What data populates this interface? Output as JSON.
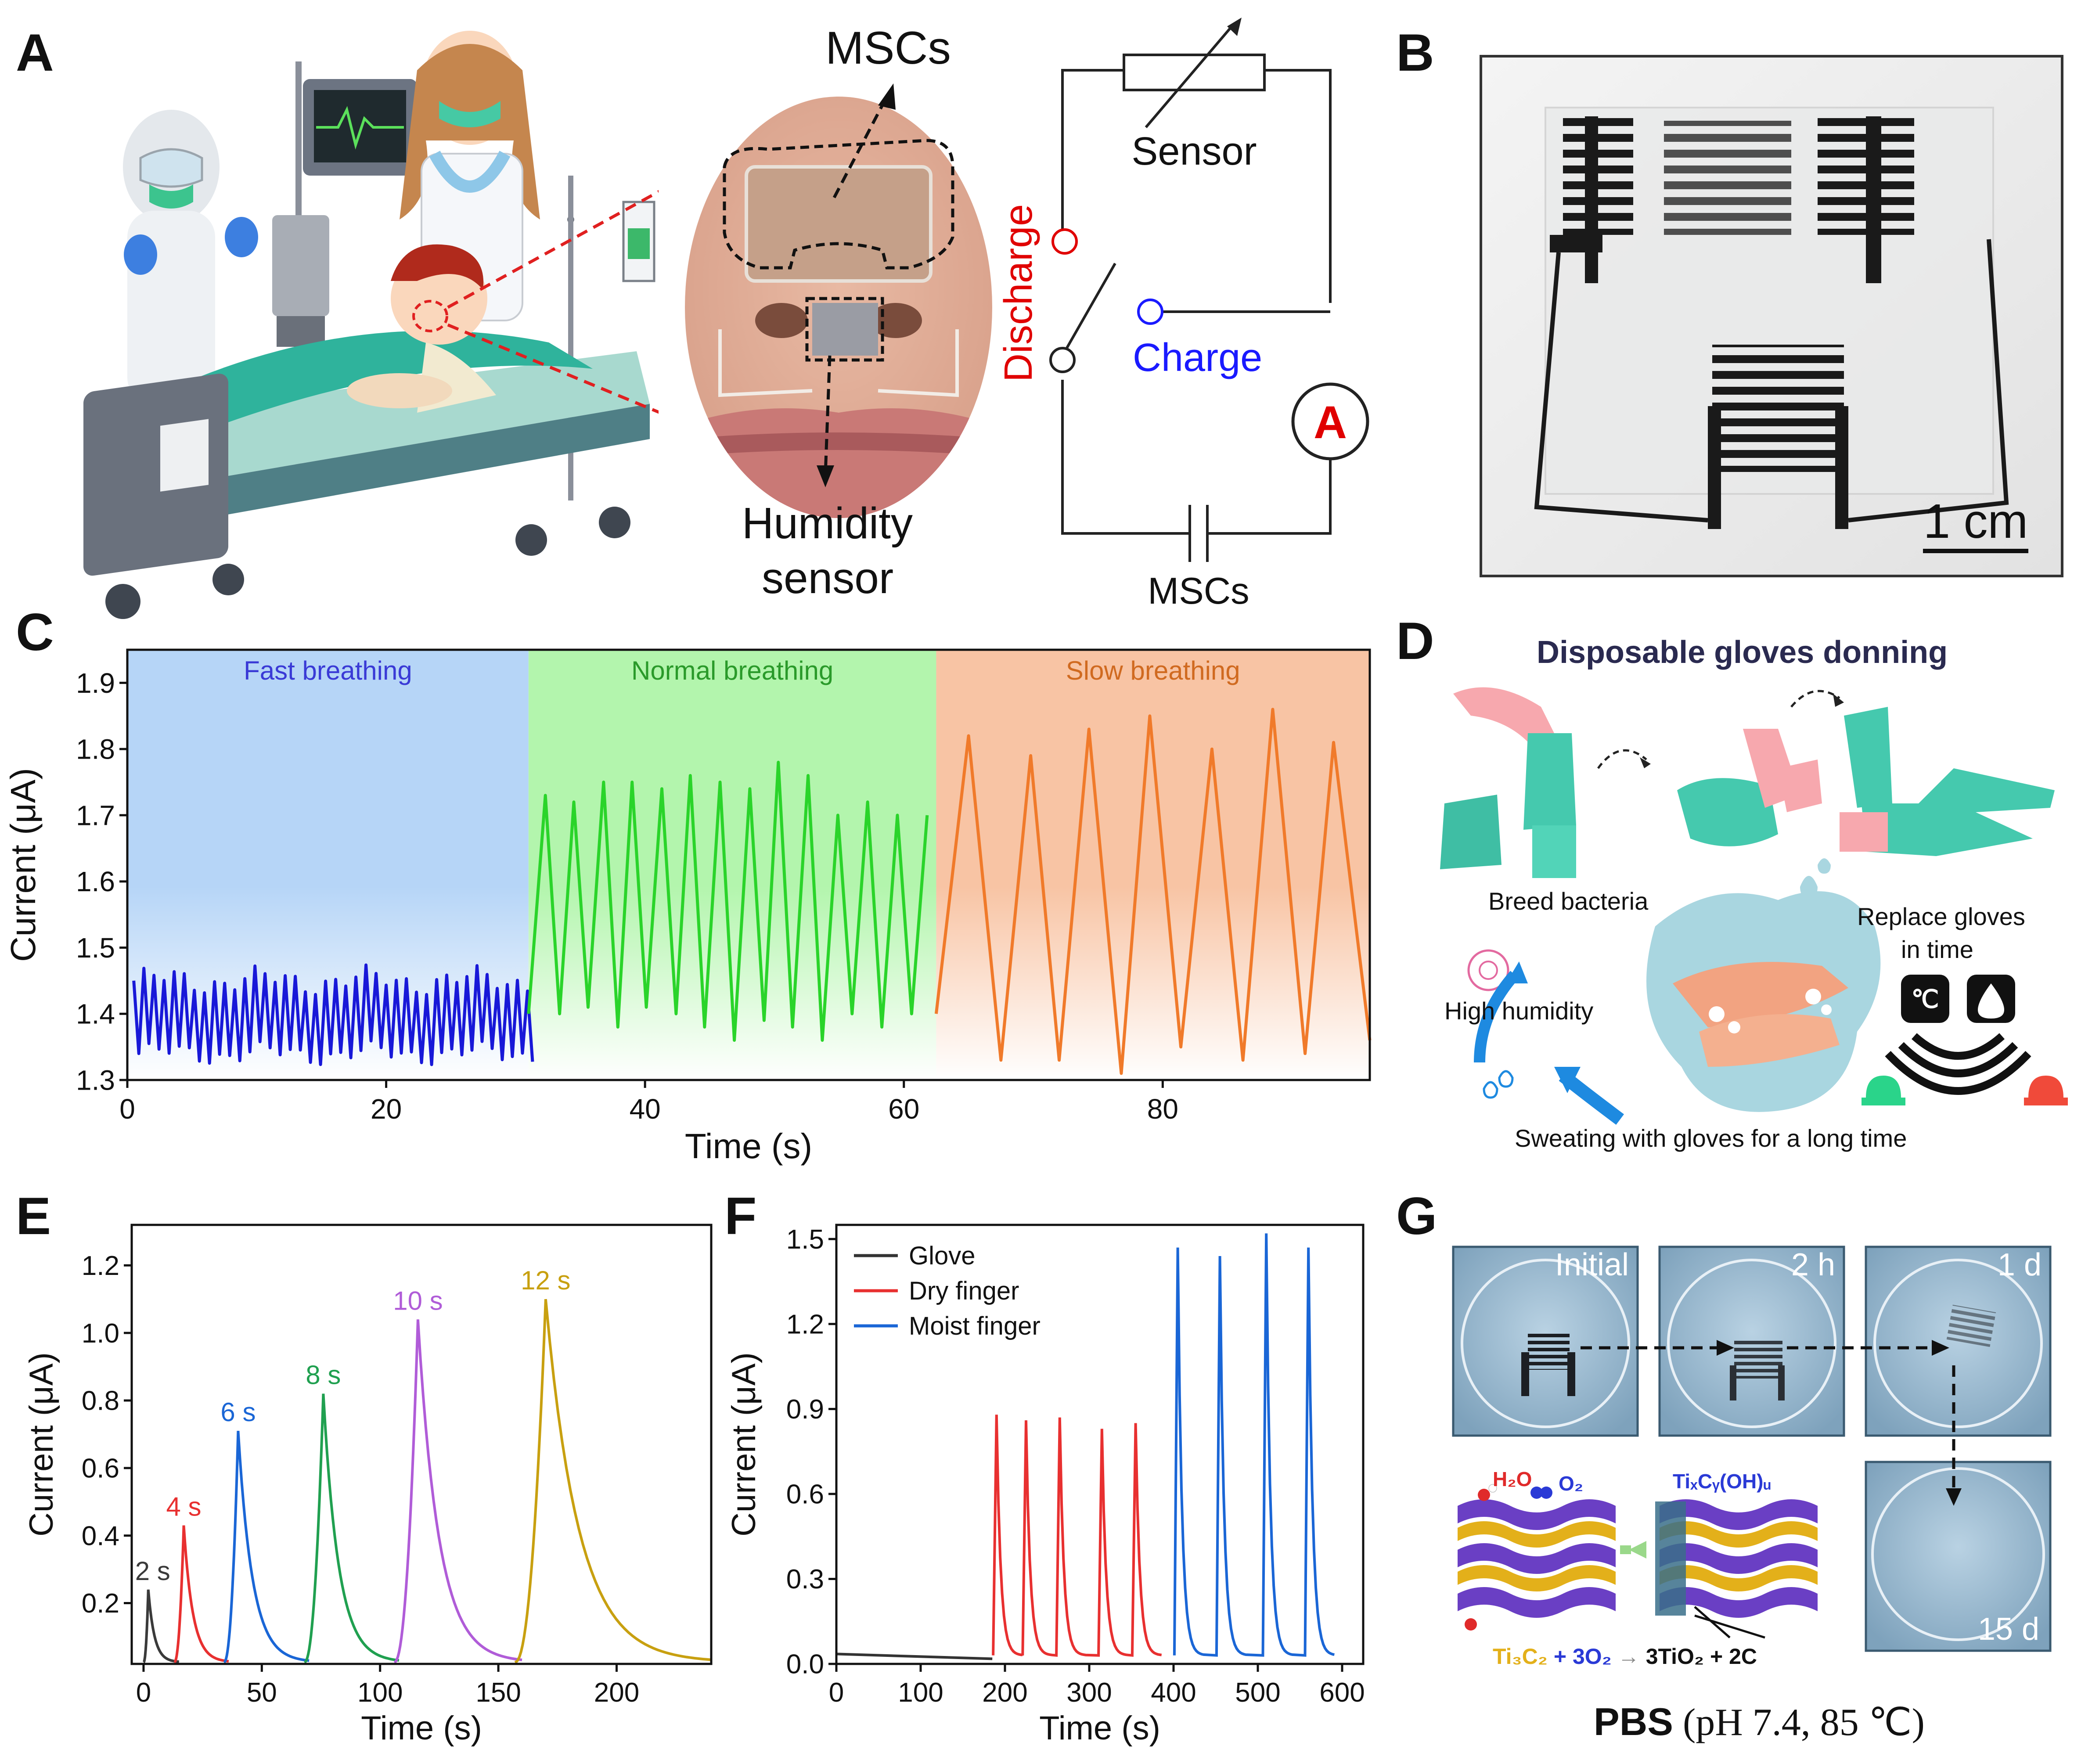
{
  "panel_labels": [
    "A",
    "B",
    "C",
    "D",
    "E",
    "F",
    "G"
  ],
  "panelA": {
    "msc_label": "MSCs",
    "humidity_label_1": "Humidity",
    "humidity_label_2": "sensor",
    "sensor_label": "Sensor",
    "discharge_label": "Discharge",
    "charge_label": "Charge",
    "ammeter_label": "A",
    "msc_bottom_label": "MSCs",
    "colors": {
      "discharge": "#e00000",
      "charge": "#1a1aff"
    }
  },
  "panelB": {
    "scale_label": "1 cm"
  },
  "panelD": {
    "title": "Disposable gloves donning",
    "breed": "Breed bacteria",
    "humidity": "High humidity",
    "replace_1": "Replace gloves",
    "replace_2": "in time",
    "sweating": "Sweating with gloves for a long time",
    "celsius_icon_text": "℃"
  },
  "panelG": {
    "initial": "Initial",
    "t2h": "2 h",
    "t1d": "1 d",
    "t15d": "15 d",
    "h2o": "H₂O",
    "o2": "O₂",
    "product": "TiₓCᵧ(OH)ᵤ",
    "eq_left1": "Ti₃C₂",
    "eq_plus": " + ",
    "eq_left2": "3O₂",
    "eq_arrow": " → ",
    "eq_right": "3TiO₂ + 2C",
    "pbs_bold": "PBS",
    "pbs_rest": " (pH 7.4, 85 ℃)"
  },
  "chart_data": [
    {
      "id": "C",
      "type": "line",
      "xlabel": "Time (s)",
      "ylabel": "Current (μA)",
      "xlim": [
        0,
        96
      ],
      "ylim": [
        1.3,
        1.95
      ],
      "xticks": [
        0,
        20,
        40,
        60,
        80
      ],
      "yticks": [
        1.3,
        1.4,
        1.5,
        1.6,
        1.7,
        1.8,
        1.9
      ],
      "regions": [
        {
          "name": "Fast breathing",
          "x": [
            0,
            31
          ],
          "color": "#b6d5f7",
          "text_color": "#3a3ad6"
        },
        {
          "name": "Normal breathing",
          "x": [
            31,
            62.5
          ],
          "color": "#b3f5ad",
          "text_color": "#2a9a2a"
        },
        {
          "name": "Slow breathing",
          "x": [
            62.5,
            96
          ],
          "color": "#f8c4a4",
          "text_color": "#d06a20"
        }
      ],
      "series": [
        {
          "color": "#1818d8",
          "segment": "fast",
          "x_range": [
            0.5,
            31
          ],
          "period": 0.78,
          "low": 1.34,
          "high": 1.45
        },
        {
          "color": "#2ad42a",
          "segment": "normal",
          "x_range": [
            31,
            62.5
          ],
          "peaks": [
            [
              32.3,
              1.73
            ],
            [
              34.5,
              1.72
            ],
            [
              36.8,
              1.75
            ],
            [
              39.0,
              1.75
            ],
            [
              41.3,
              1.74
            ],
            [
              43.5,
              1.76
            ],
            [
              45.8,
              1.75
            ],
            [
              48.1,
              1.74
            ],
            [
              50.3,
              1.78
            ],
            [
              52.6,
              1.76
            ],
            [
              54.9,
              1.7
            ],
            [
              57.2,
              1.72
            ],
            [
              59.5,
              1.7
            ],
            [
              61.8,
              1.7
            ]
          ],
          "troughs": [
            [
              33.4,
              1.4
            ],
            [
              35.6,
              1.41
            ],
            [
              37.9,
              1.38
            ],
            [
              40.1,
              1.41
            ],
            [
              42.4,
              1.4
            ],
            [
              44.6,
              1.38
            ],
            [
              46.9,
              1.36
            ],
            [
              49.2,
              1.39
            ],
            [
              51.4,
              1.38
            ],
            [
              53.7,
              1.36
            ],
            [
              56.0,
              1.4
            ],
            [
              58.3,
              1.38
            ],
            [
              60.6,
              1.4
            ]
          ]
        },
        {
          "color": "#f07a2a",
          "segment": "slow",
          "x_range": [
            62.5,
            96
          ],
          "peaks": [
            [
              65.0,
              1.82
            ],
            [
              69.8,
              1.79
            ],
            [
              74.3,
              1.83
            ],
            [
              79.0,
              1.85
            ],
            [
              83.8,
              1.8
            ],
            [
              88.5,
              1.86
            ],
            [
              93.2,
              1.81
            ]
          ],
          "troughs": [
            [
              67.5,
              1.33
            ],
            [
              72.0,
              1.33
            ],
            [
              76.8,
              1.31
            ],
            [
              81.4,
              1.35
            ],
            [
              86.2,
              1.33
            ],
            [
              91.0,
              1.34
            ],
            [
              96,
              1.36
            ]
          ]
        }
      ]
    },
    {
      "id": "E",
      "type": "line",
      "xlabel": "Time (s)",
      "ylabel": "Current (μA)",
      "xlim": [
        -5,
        240
      ],
      "ylim": [
        0.02,
        1.32
      ],
      "xticks": [
        0,
        50,
        100,
        150,
        200
      ],
      "yticks": [
        0.2,
        0.4,
        0.6,
        0.8,
        1.0,
        1.2
      ],
      "series": [
        {
          "name": "2 s",
          "color": "#3a3a3a",
          "start": 0,
          "peak_t": 2,
          "peak": 0.24,
          "end": 15
        },
        {
          "name": "4 s",
          "color": "#e83030",
          "start": 13,
          "peak_t": 17,
          "peak": 0.43,
          "end": 36
        },
        {
          "name": "6 s",
          "color": "#1a66d6",
          "start": 34,
          "peak_t": 40,
          "peak": 0.71,
          "end": 70
        },
        {
          "name": "8 s",
          "color": "#20a050",
          "start": 68,
          "peak_t": 76,
          "peak": 0.82,
          "end": 108
        },
        {
          "name": "10 s",
          "color": "#b05cd8",
          "start": 106,
          "peak_t": 116,
          "peak": 1.04,
          "end": 160
        },
        {
          "name": "12 s",
          "color": "#c8a010",
          "start": 157,
          "peak_t": 170,
          "peak": 1.1,
          "end": 240
        }
      ]
    },
    {
      "id": "F",
      "type": "line",
      "xlabel": "Time (s)",
      "ylabel": "Current (μA)",
      "xlim": [
        0,
        625
      ],
      "ylim": [
        0,
        1.55
      ],
      "xticks": [
        0,
        100,
        200,
        300,
        400,
        500,
        600
      ],
      "yticks": [
        0.0,
        0.3,
        0.6,
        0.9,
        1.2,
        1.5
      ],
      "series": [
        {
          "name": "Glove",
          "color": "#333333",
          "range": [
            0,
            185
          ]
        },
        {
          "name": "Dry finger",
          "color": "#e83030",
          "peaks": [
            [
              190,
              0.88
            ],
            [
              225,
              0.86
            ],
            [
              265,
              0.87
            ],
            [
              315,
              0.83
            ],
            [
              355,
              0.85
            ]
          ]
        },
        {
          "name": "Moist finger",
          "color": "#1a66d6",
          "peaks": [
            [
              405,
              1.47
            ],
            [
              455,
              1.44
            ],
            [
              510,
              1.52
            ],
            [
              560,
              1.47
            ]
          ]
        }
      ]
    }
  ]
}
